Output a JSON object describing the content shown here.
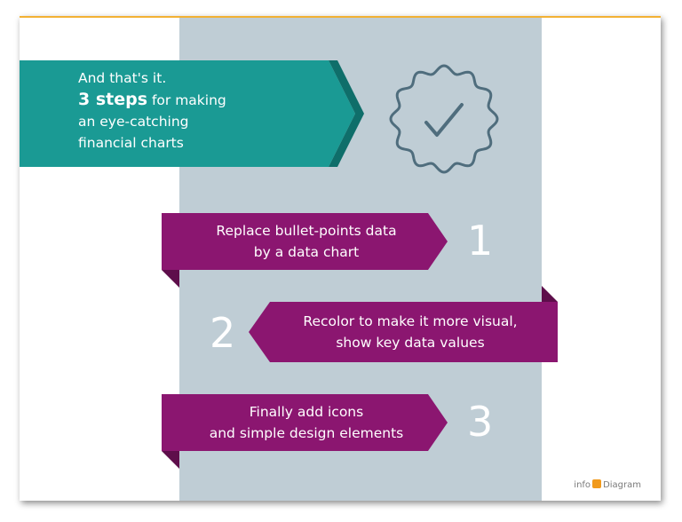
{
  "intro": {
    "line1": "And that's it.",
    "bold": "3 steps",
    "line2_rest": " for making",
    "line3": "an eye-catching",
    "line4": "financial charts"
  },
  "badge_icon": "checkmark-seal-icon",
  "steps": [
    {
      "number": "1",
      "line1": "Replace bullet-points data",
      "line2": "by a data chart"
    },
    {
      "number": "2",
      "line1": "Recolor to make it more visual,",
      "line2": "show key data values"
    },
    {
      "number": "3",
      "line1": "Finally add icons",
      "line2": "and simple design elements"
    }
  ],
  "logo": {
    "left": "info",
    "right": "Diagram"
  },
  "colors": {
    "teal": "#1a9a94",
    "teal_dark": "#0f6e6a",
    "purple": "#8b1670",
    "purple_dark": "#5e0e4b",
    "column": "#bfcdd5",
    "accent_top": "#f2b134",
    "badge_stroke": "#4f6d7d"
  }
}
